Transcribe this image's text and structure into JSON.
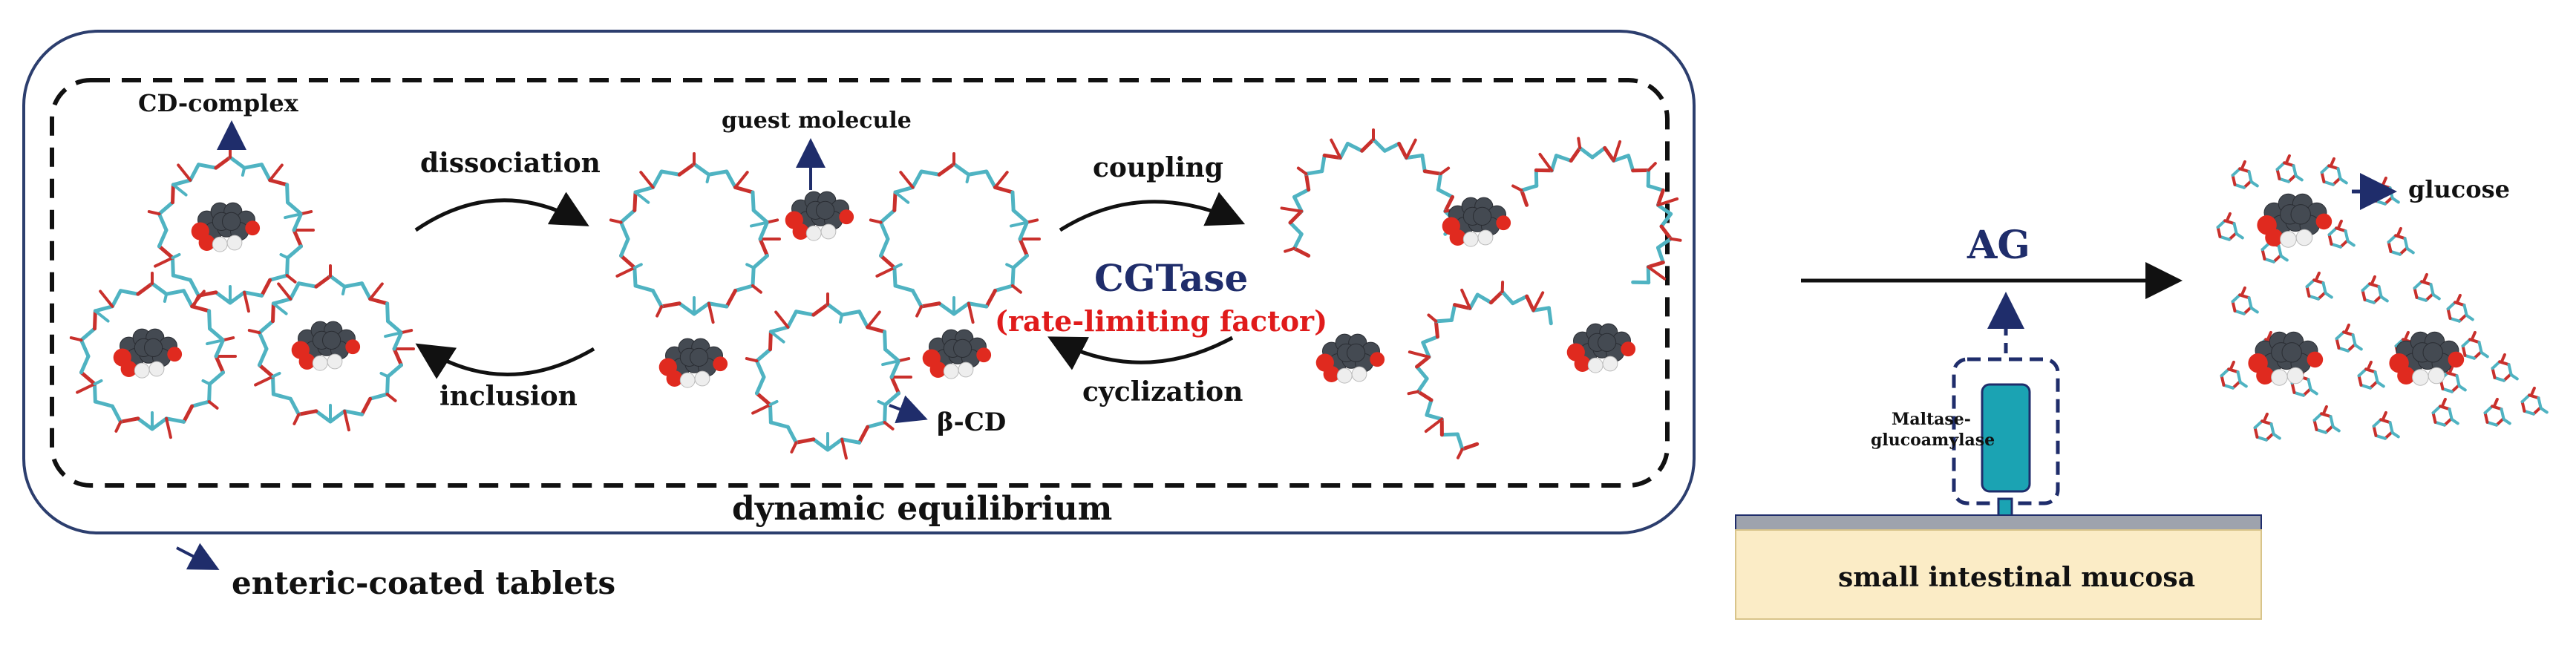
{
  "labels": {
    "cd_complex": "CD-complex",
    "guest_molecule": "guest molecule",
    "dissociation": "dissociation",
    "inclusion": "inclusion",
    "coupling": "coupling",
    "cyclization": "cyclization",
    "cgtase": "CGTase",
    "rate_limiting": "(rate-limiting factor)",
    "beta_cd": "β-CD",
    "dynamic_equilibrium": "dynamic equilibrium",
    "enteric_coated": "enteric-coated tablets",
    "ag": "AG",
    "glucose": "glucose",
    "maltase_line1": "Maltase-",
    "maltase_line2": "glucoamylase",
    "mucosa": "small intestinal mucosa"
  },
  "colors": {
    "navy": "#1f2d6b",
    "red": "#e01b1b",
    "frame": "#2c3e6e",
    "mucosa_fill": "#fbecc6",
    "mucosa_border": "#d8c48a",
    "membrane": "#9ea3ad",
    "enzyme": "#1ba3b3",
    "stick_teal": "#4fb3c2",
    "stick_red": "#c9302c",
    "guest_dark": "#444a52",
    "guest_red": "#e02a1f",
    "guest_white": "#eeeeee"
  },
  "icons": {
    "cd_complex_molecule": "cyclodextrin-complex-icon",
    "beta_cd_ring": "beta-cyclodextrin-ring-icon",
    "linear_dextrin": "linear-dextrin-icon",
    "guest": "guest-molecule-icon",
    "glucose_unit": "glucose-unit-icon",
    "enzyme": "maltase-glucoamylase-icon"
  }
}
